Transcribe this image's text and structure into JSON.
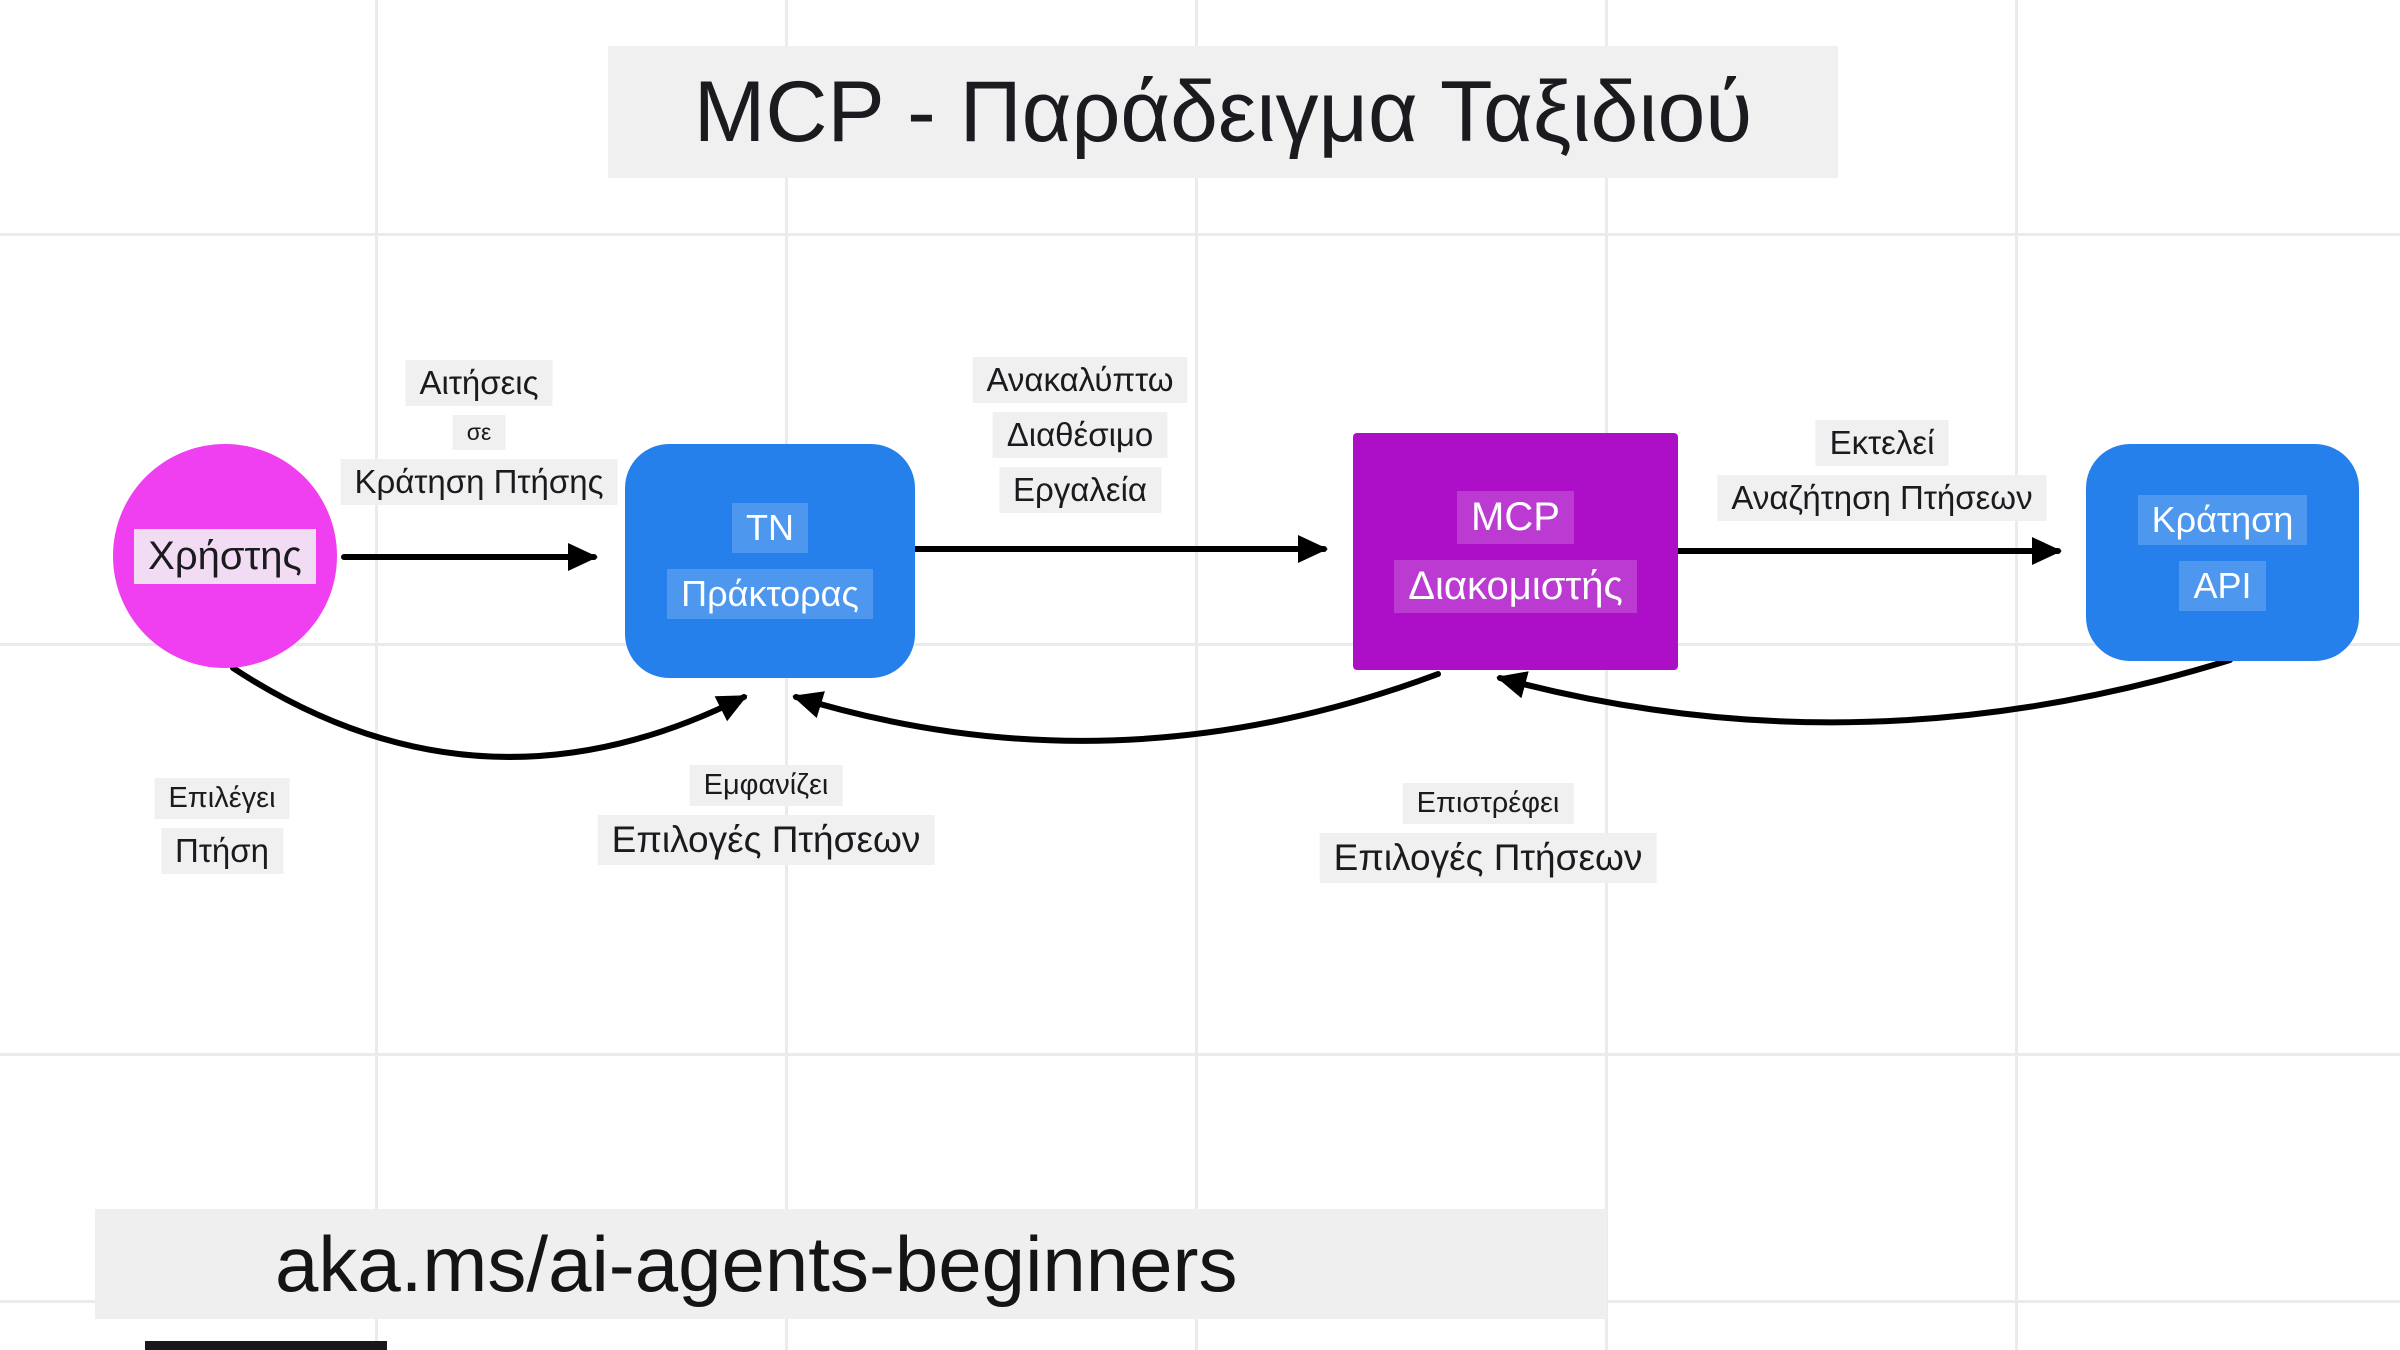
{
  "title": "MCP - Παράδειγμα Ταξιδιού",
  "footer": "aka.ms/ai-agents-beginners",
  "colors": {
    "user": "#ef3ff1",
    "agent": "#2680ec",
    "server": "#ac0fc7",
    "api": "#2680ec",
    "label_bg": "#f0f0f0",
    "arrow": "#000000"
  },
  "nodes": {
    "user": {
      "label": "Χρήστης"
    },
    "agent": {
      "line1": "ΤΝ",
      "line2": "Πράκτορας"
    },
    "server": {
      "line1": "MCP",
      "line2": "Διακομιστής"
    },
    "api": {
      "line1": "Κράτηση",
      "line2": "API"
    }
  },
  "edge_labels": {
    "user_to_agent": [
      "Αιτήσεις",
      "σε",
      "Κράτηση Πτήσης"
    ],
    "agent_to_server": [
      "Ανακαλύπτω",
      "Διαθέσιμο",
      "Εργαλεία"
    ],
    "server_to_api": [
      "Εκτελεί",
      "Αναζήτηση Πτήσεων"
    ],
    "user_selects": [
      "Επιλέγει",
      "Πτήση"
    ],
    "agent_displays": [
      "Εμφανίζει",
      "Επιλογές Πτήσεων"
    ],
    "server_returns": [
      "Επιστρέφει",
      "Επιλογές Πτήσεων"
    ]
  }
}
